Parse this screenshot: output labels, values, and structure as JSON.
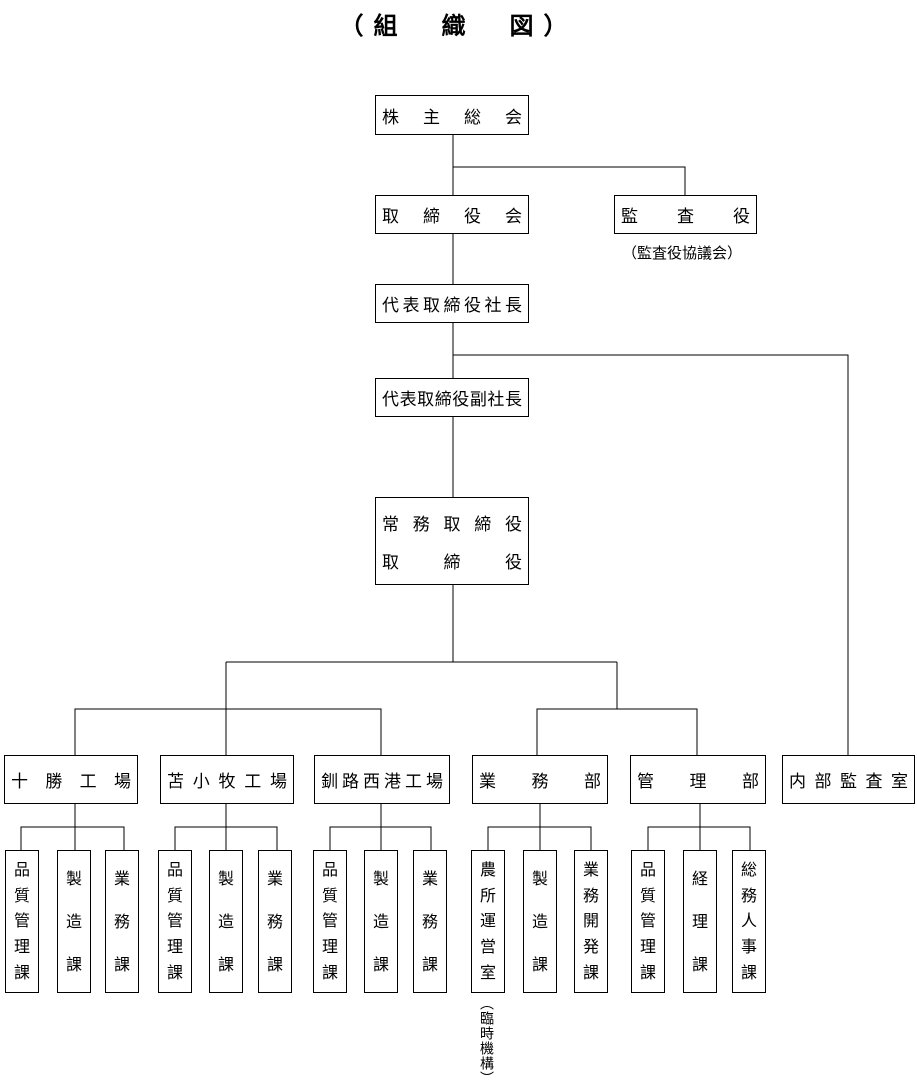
{
  "title": "（組　織　図）",
  "shareholders": "株主総会",
  "board": "取締役会",
  "auditor": "監査役",
  "auditor_note": "（監査役協議会）",
  "president": "代表取締役社長",
  "vice_president": "代表取締役副社長",
  "managing_director": "常務取締役",
  "director": "取締役",
  "internal_audit": "内部監査室",
  "divisions": [
    {
      "name": "十勝工場",
      "sections": [
        "品質管理課",
        "製造課",
        "業務課"
      ]
    },
    {
      "name": "苫小牧工場",
      "sections": [
        "品質管理課",
        "製造課",
        "業務課"
      ]
    },
    {
      "name": "釧路西港工場",
      "sections": [
        "品質管理課",
        "製造課",
        "業務課"
      ]
    },
    {
      "name": "業務部",
      "sections": [
        "農所運営室",
        "製造課",
        "業務開発課"
      ]
    },
    {
      "name": "管理部",
      "sections": [
        "品質管理課",
        "経理課",
        "総務人事課"
      ]
    }
  ],
  "temp_note": "（臨時機構）"
}
